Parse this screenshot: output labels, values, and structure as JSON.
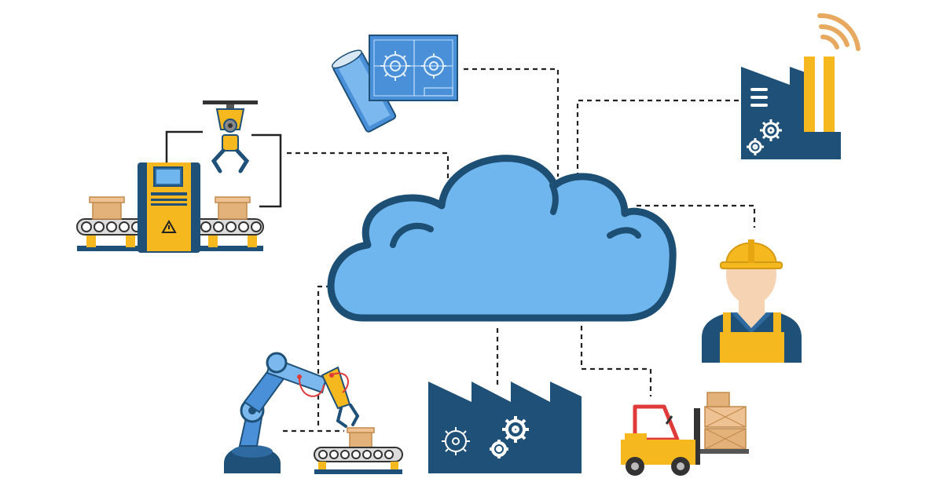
{
  "diagram": {
    "hub": "cloud",
    "nodes": [
      {
        "id": "blueprints",
        "icon": "blueprint-icon"
      },
      {
        "id": "smart-factory",
        "icon": "smart-factory-icon"
      },
      {
        "id": "assembly-line",
        "icon": "assembly-line-icon"
      },
      {
        "id": "worker",
        "icon": "worker-icon"
      },
      {
        "id": "robot-arm",
        "icon": "robotic-arm-icon"
      },
      {
        "id": "factory",
        "icon": "factory-icon"
      },
      {
        "id": "forklift",
        "icon": "forklift-icon"
      }
    ],
    "connector_style": "dashed"
  },
  "colors": {
    "cloud_fill": "#6fb6ee",
    "cloud_stroke": "#1d4e73",
    "navy": "#1f5078",
    "yellow": "#f5b81e",
    "blueprint": "#4a90d9",
    "box": "#e3b27a",
    "skin": "#f6d3b3",
    "wifi": "#e7a960",
    "connector": "#222222"
  }
}
